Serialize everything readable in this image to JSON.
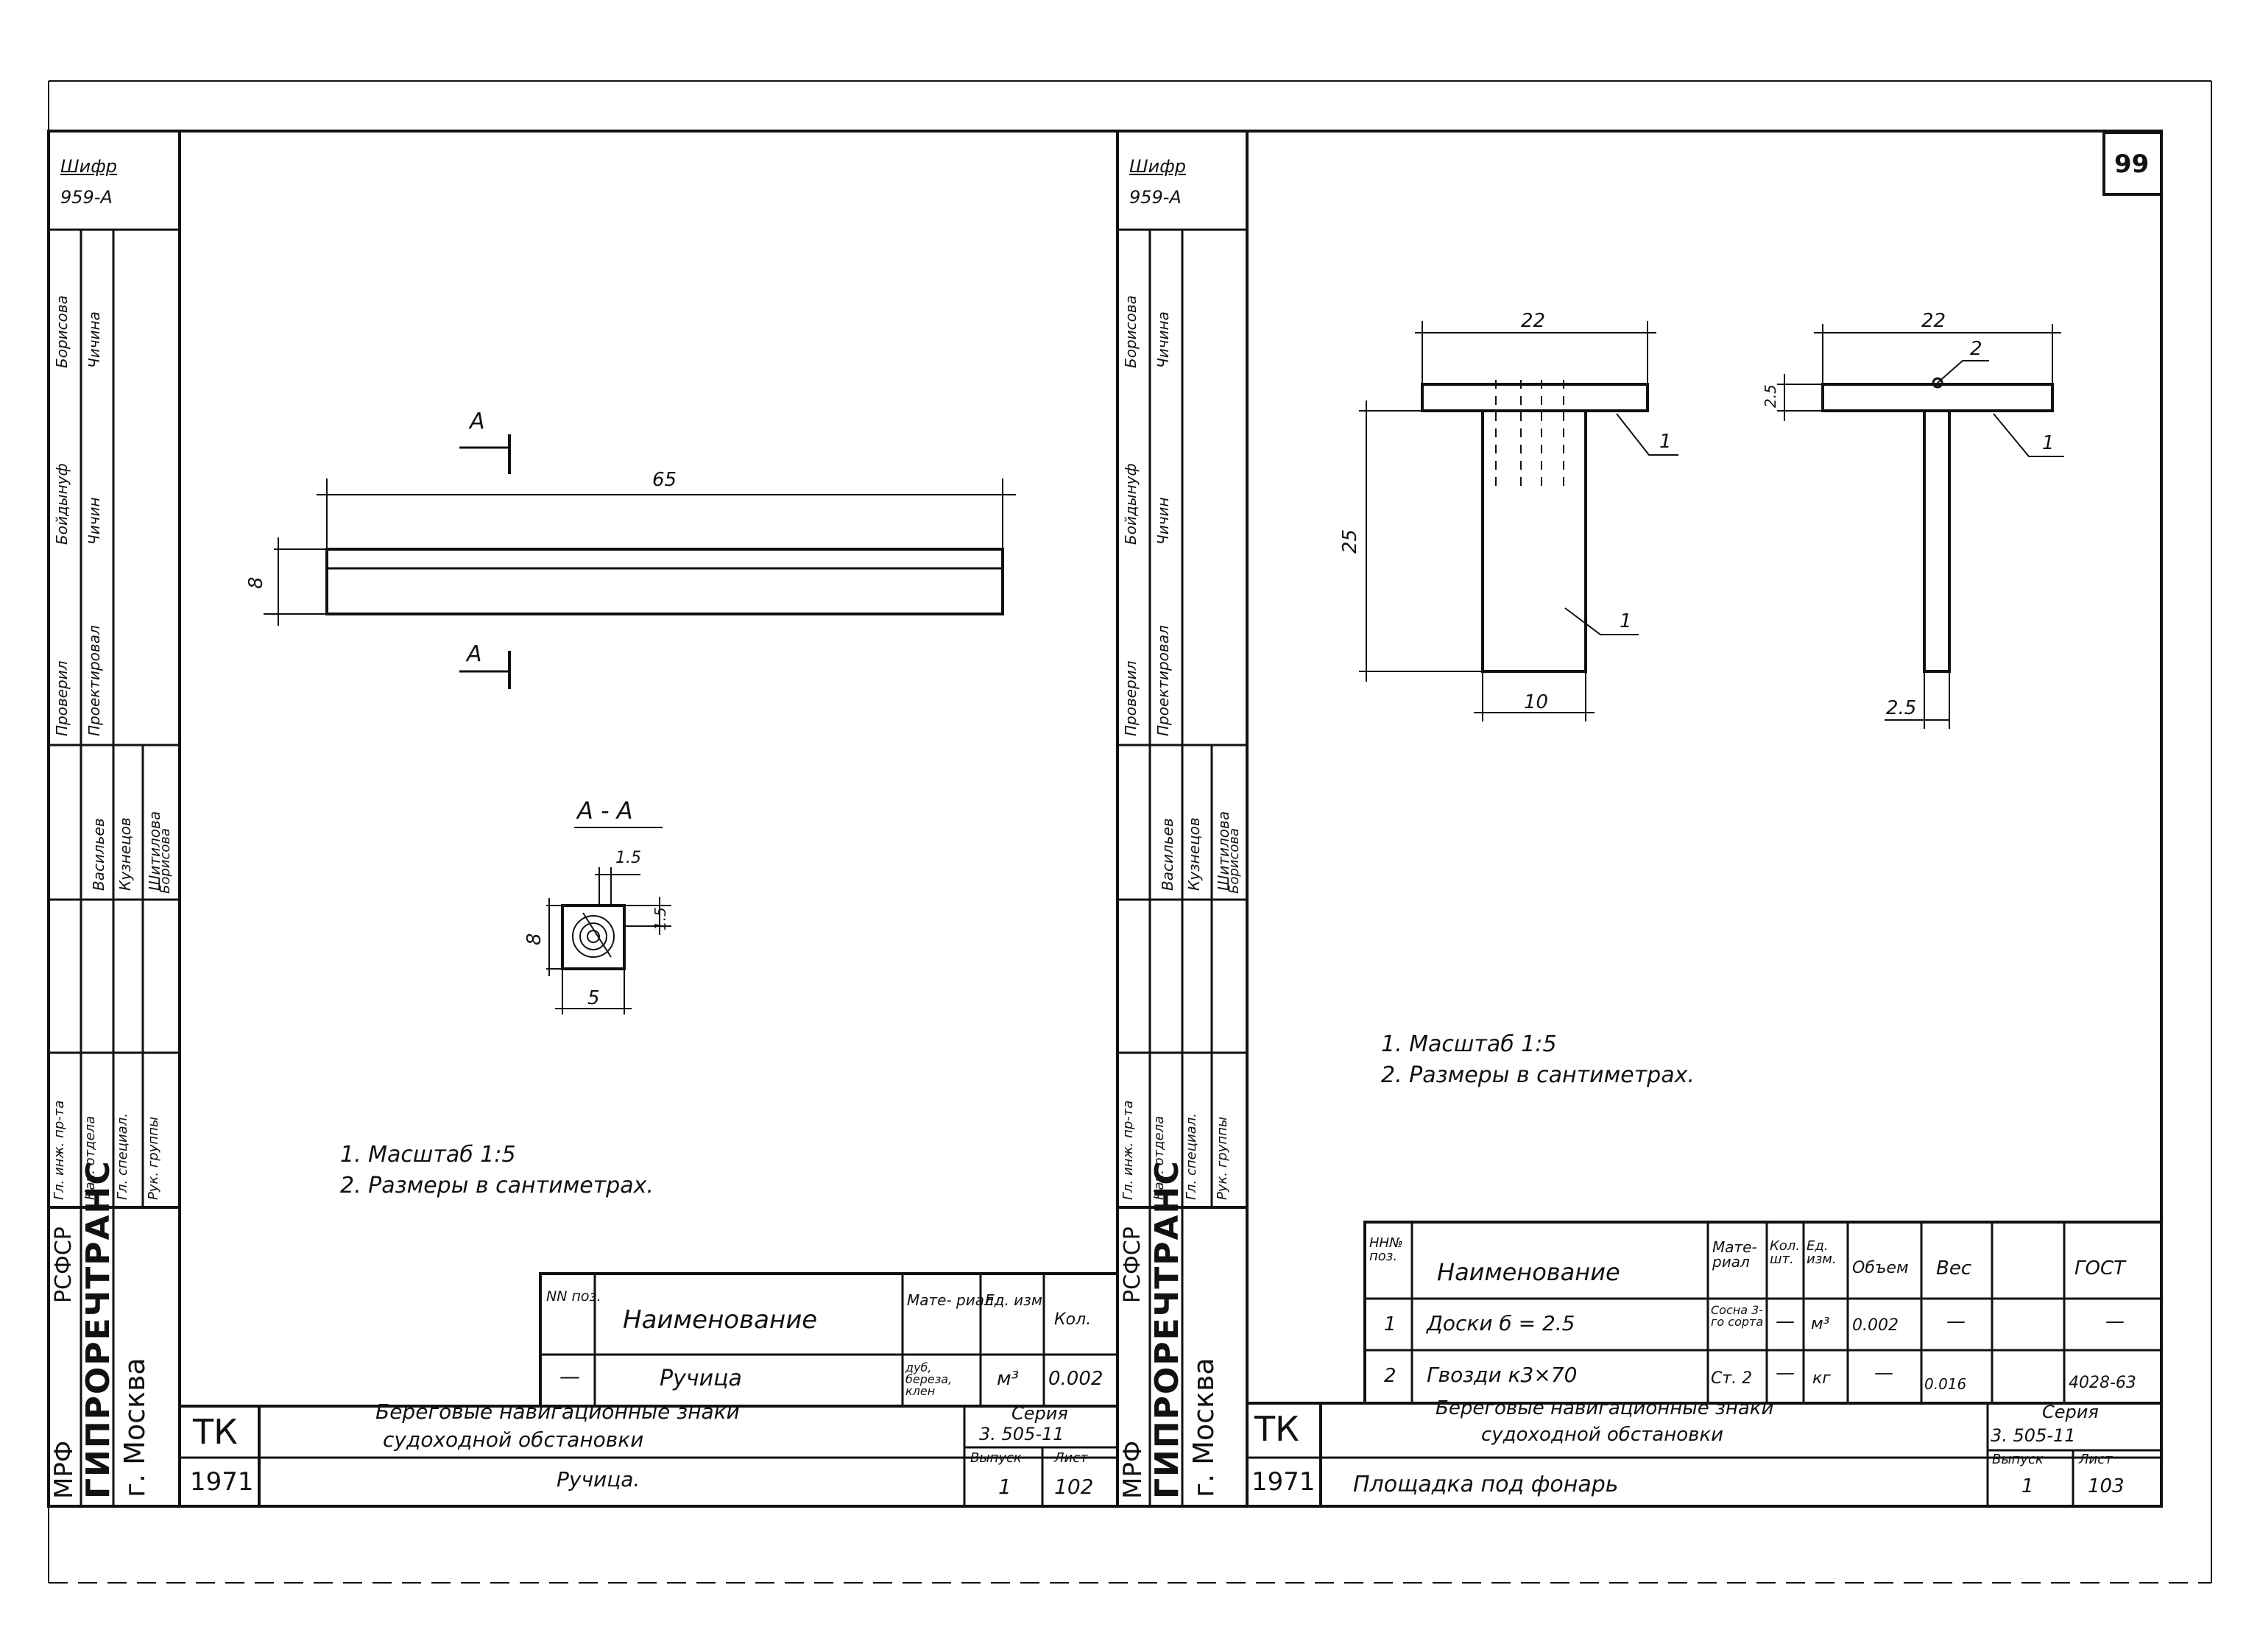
{
  "page_number": "99",
  "left_sheet": {
    "cipher_label": "Шифр",
    "cipher_value": "959-А",
    "stamp": {
      "org_line1": "МРФ",
      "org_line2": "РСФСР",
      "org_name": "ГИПРОРЕЧТРАНС",
      "city": "г. Москва",
      "signers": [
        "Борисова",
        "Чичина",
        "Бойдынуф",
        "Чичин",
        "Кузнецов",
        "Васильев",
        "Шитилова",
        "Борисова"
      ],
      "roles": [
        "Проверил",
        "Проектировал",
        "Гл. инж. пр-та",
        "Нач. отдела",
        "Гл. специал.",
        "Рук. группы"
      ]
    },
    "drawing": {
      "section_label": "А",
      "section_title": "А - А",
      "dim_length": "65",
      "dim_height": "8",
      "dim_sec_top": "1.5",
      "dim_sec_side": "1.5",
      "dim_sec_height": "8",
      "dim_sec_width": "5"
    },
    "notes": [
      "1. Масштаб  1:5",
      "2. Размеры  в  сантиметрах."
    ],
    "spec_table": {
      "headers": [
        "NN поз.",
        "Наименование",
        "Мате- риал.",
        "Ед. изм.",
        "Кол."
      ],
      "rows": [
        [
          "—",
          "Ручица",
          "дуб, береза, клен",
          "м³",
          "0.002"
        ]
      ]
    },
    "title_block": {
      "code": "ТК",
      "year": "1971",
      "title_line1": "Береговые  навигационные  знаки",
      "title_line2": "судоходной  обстановки",
      "sheet_title": "Ручица.",
      "series_label": "Серия",
      "series_value": "3. 505-11",
      "issue_label": "Выпуск",
      "issue_value": "1",
      "sheet_label": "Лист",
      "sheet_value": "102"
    }
  },
  "right_sheet": {
    "cipher_label": "Шифр",
    "cipher_value": "959-А",
    "stamp": {
      "org_line1": "МРФ",
      "org_line2": "РСФСР",
      "org_name": "ГИПРОРЕЧТРАНС",
      "city": "г. Москва",
      "signers": [
        "Борисова",
        "Чичина",
        "Бойдынуф",
        "Чичин",
        "Кузнецов",
        "Васильев",
        "Шитилова",
        "Борисова"
      ],
      "roles": [
        "Проверил",
        "Проектировал",
        "Гл. инж. пр-та",
        "Нач. отдела",
        "Гл. специал.",
        "Рук. группы"
      ]
    },
    "drawing": {
      "dim_top_left": "22",
      "dim_top_right": "22",
      "dim_height": "25",
      "dim_width": "10",
      "dim_thick": "2.5",
      "dim_stem": "2.5",
      "callout_1": "1",
      "callout_2": "2"
    },
    "notes": [
      "1. Масштаб  1:5",
      "2. Размеры  в  сантиметрах."
    ],
    "spec_table": {
      "headers": [
        "НН№ поз.",
        "Наименование",
        "Мате- риал",
        "Кол. шт.",
        "Ед. изм.",
        "Объем",
        "Вес",
        "ГОСТ"
      ],
      "rows": [
        [
          "1",
          "Доски  б = 2.5",
          "Сосна 3-го сорта",
          "—",
          "м³",
          "0.002",
          "—",
          "—"
        ],
        [
          "2",
          "Гвозди  к3×70",
          "Ст. 2",
          "—",
          "кг",
          "—",
          "0.016",
          "4028-63"
        ]
      ]
    },
    "title_block": {
      "code": "ТК",
      "year": "1971",
      "title_line1": "Береговые  навигационные  знаки",
      "title_line2": "судоходной  обстановки",
      "sheet_title": "Площадка  под  фонарь",
      "series_label": "Серия",
      "series_value": "3. 505-11",
      "issue_label": "Выпуск",
      "issue_value": "1",
      "sheet_label": "Лист",
      "sheet_value": "103"
    }
  }
}
